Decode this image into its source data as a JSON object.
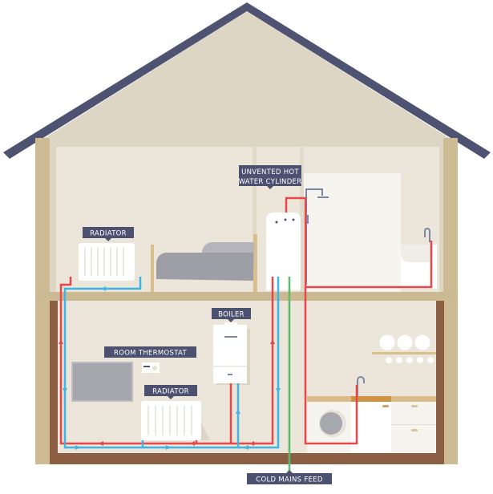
{
  "labels": {
    "cylinder_line1": "UNVENTED HOT",
    "cylinder_line2": "WATER CYLINDER",
    "radiator_upper": "RADIATOR",
    "boiler": "BOILER",
    "room_thermostat": "ROOM THERMOSTAT",
    "radiator_lower": "RADIATOR",
    "cold_mains_feed": "COLD MAINS FEED"
  },
  "colors": {
    "hot_pipe": "#e8474a",
    "return_pipe": "#3fb4e5",
    "cold_mains_pipe": "#5cbb6b",
    "label_bg": "#4d5170",
    "roof": "#4e5372"
  }
}
